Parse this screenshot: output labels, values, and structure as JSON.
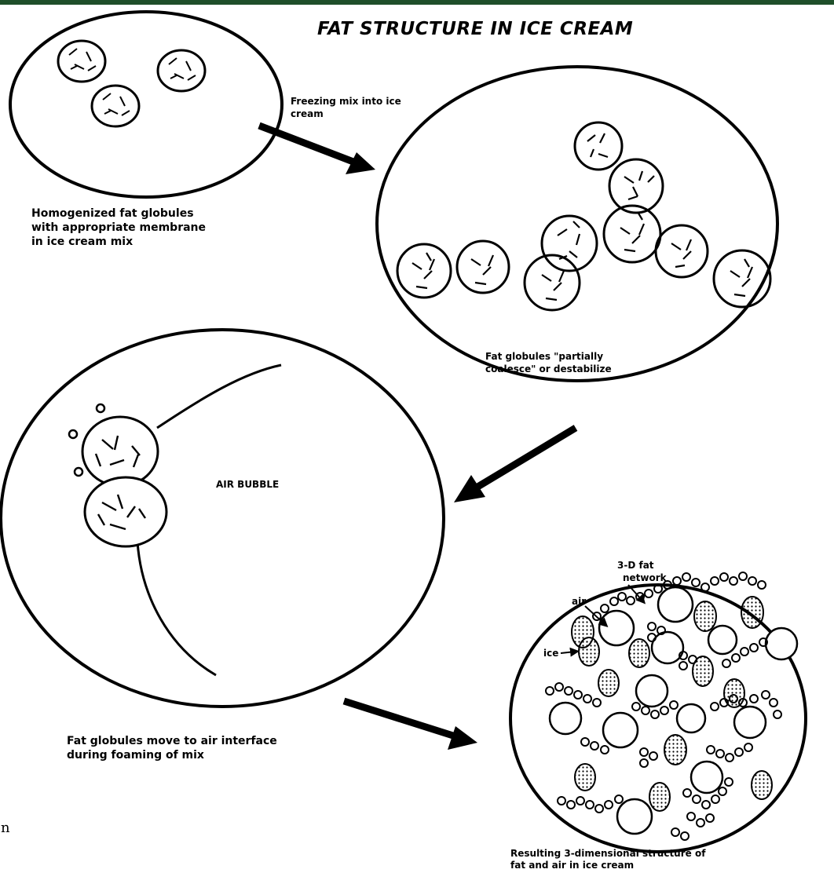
{
  "title": "FAT STRUCTURE IN ICE CREAM",
  "captions": {
    "stage1": [
      "Homogenized fat globules",
      "with appropriate membrane",
      "in ice cream mix"
    ],
    "freezing": [
      "Freezing mix into ice",
      "cream"
    ],
    "stage2": [
      "Fat globules \"partially",
      "coalesce\" or destabilize"
    ],
    "stage3": [
      "Fat globules move to air interface",
      "during foaming of mix"
    ],
    "stage4": [
      "Resulting 3-dimensional structure of",
      "fat and air in ice cream"
    ]
  },
  "labels": {
    "air_bubble": "AIR BUBBLE",
    "network": [
      "3-D fat",
      "network"
    ],
    "air": "air",
    "ice": "ice"
  },
  "stray_text": "n"
}
